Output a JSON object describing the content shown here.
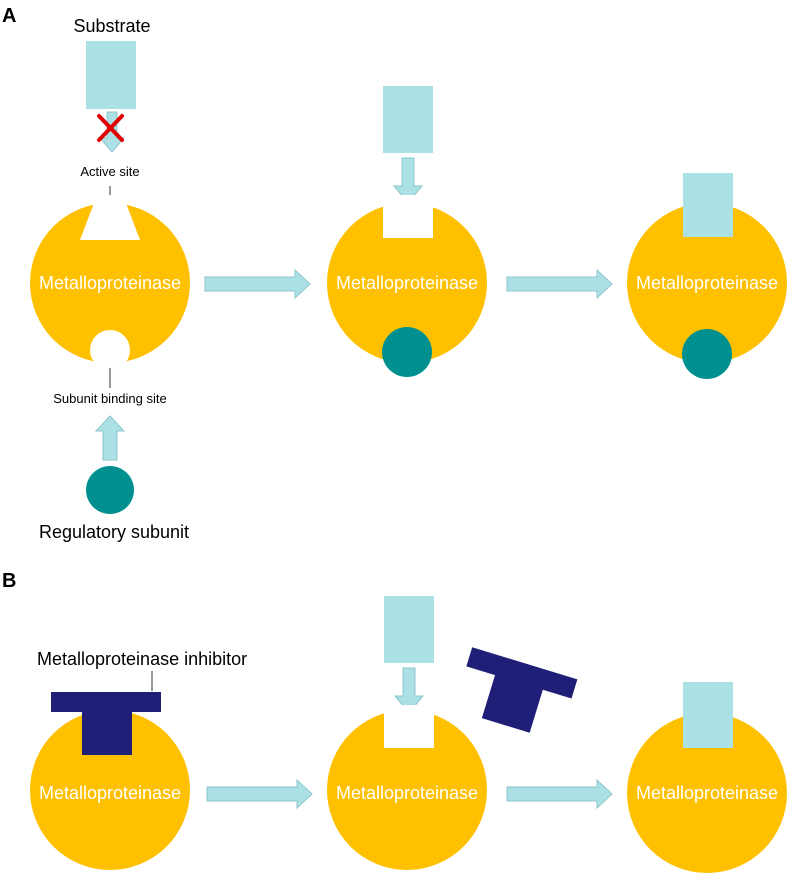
{
  "panels": {
    "a": "A",
    "b": "B"
  },
  "labels": {
    "substrate": "Substrate",
    "active_site": "Active  site",
    "subunit_binding_site": "Subunit binding site",
    "regulatory_subunit": "Regulatory subunit",
    "inhibitor": "Metalloproteinase inhibitor"
  },
  "enzyme_label": "Metalloproteinase",
  "colors": {
    "enzyme": "#FFC000",
    "substrate": "#ABE0E4",
    "regulatory_subunit": "#009090",
    "inhibitor": "#1F1F78",
    "blocked_mark": "#E00000",
    "arrow_fill": "#ABE0E4",
    "arrow_stroke": "#8CC6CC"
  },
  "icons": {
    "blocked": "cross-mark-icon",
    "flow": "block-arrow-icon"
  }
}
